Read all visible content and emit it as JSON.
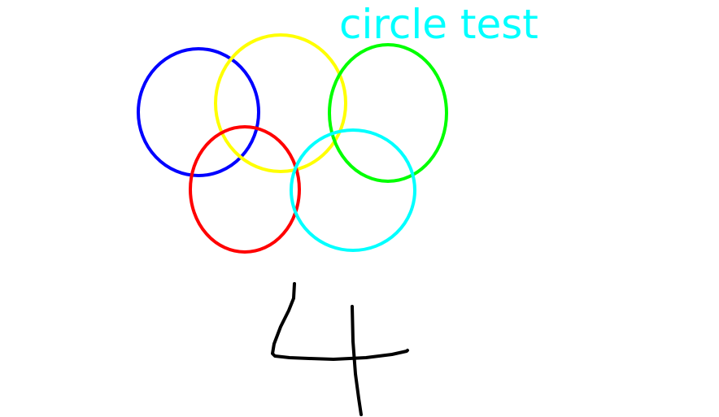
{
  "caption": {
    "text": "circle test",
    "color": "#00ffff"
  },
  "rings": [
    {
      "name": "blue-ring",
      "color": "#0000ff"
    },
    {
      "name": "yellow-ring",
      "color": "#ffff00"
    },
    {
      "name": "green-ring",
      "color": "#00ff00"
    },
    {
      "name": "red-ring",
      "color": "#ff0000"
    },
    {
      "name": "cyan-ring",
      "color": "#00ffff"
    }
  ],
  "handwritten_numeral": {
    "text": "4",
    "color": "#000000"
  }
}
